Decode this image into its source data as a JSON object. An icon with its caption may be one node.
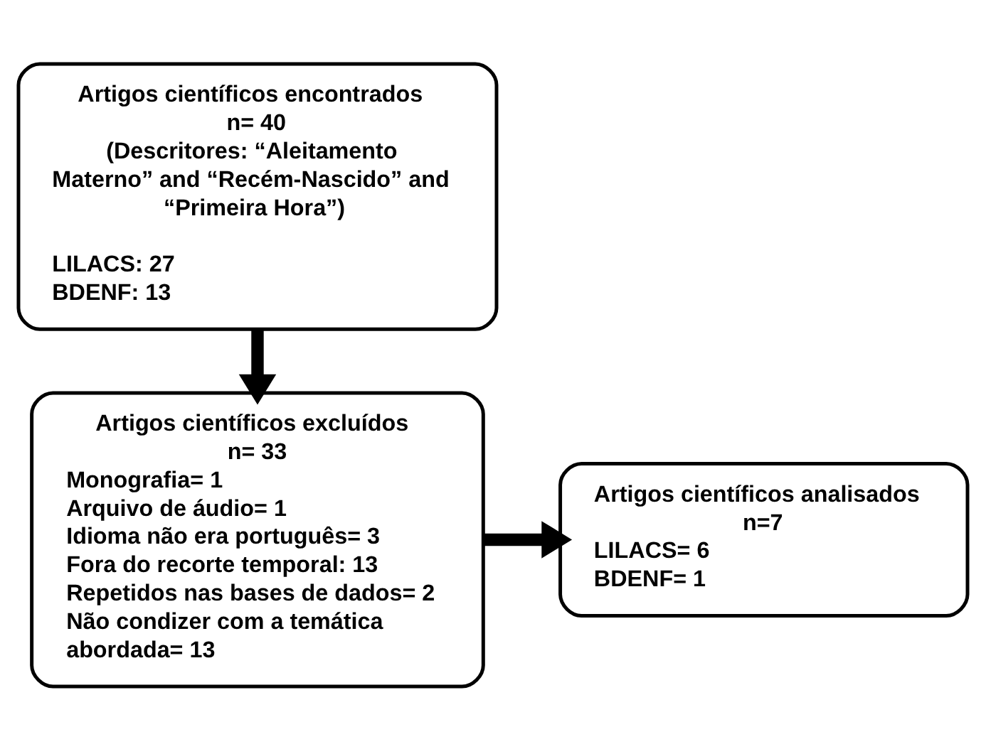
{
  "diagram": {
    "nodes": [
      {
        "text": [
          "Artigos científicos encontrados",
          "n= 40",
          "(Descritores: “Aleitamento Materno” and “Recém-Nascido” and “Primeira Hora”)",
          "LILACS: 27",
          "BDENF: 13"
        ]
      },
      {
        "text": [
          "Artigos científicos excluídos",
          "n= 33",
          "Monografia= 1",
          "Arquivo de áudio= 1",
          "Idioma não era português= 3",
          "Fora do recorte temporal: 13",
          "Repetidos nas bases de dados= 2",
          "Não condizer com a temática abordada= 13"
        ]
      },
      {
        "text": [
          "Artigos científicos analisados",
          "n=7",
          "LILACS= 6",
          "BDENF= 1"
        ]
      }
    ],
    "edges": [
      {
        "from": 0,
        "to": 1,
        "arrow": "to"
      },
      {
        "from": 1,
        "to": 2,
        "arrow": "to"
      }
    ]
  }
}
